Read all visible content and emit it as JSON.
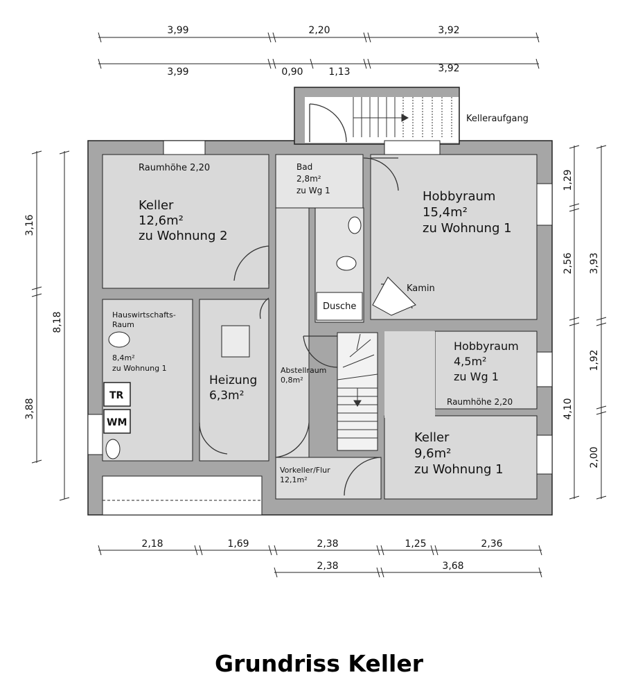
{
  "title": "Grundriss Keller",
  "colors": {
    "wall": "#a6a6a6",
    "floor": "#d9d9d9",
    "line": "#222222",
    "text": "#111111"
  },
  "rooms": {
    "keller_w2": {
      "height": "Raumhöhe 2,20",
      "name": "Keller",
      "area": "12,6m²",
      "unit": "zu Wohnung 2"
    },
    "bad": {
      "name": "Bad",
      "area": "2,8m²",
      "unit": "zu Wg 1"
    },
    "hobby1": {
      "name": "Hobbyraum",
      "area": "15,4m²",
      "unit": "zu Wohnung 1"
    },
    "dusche": "Dusche",
    "kamin": "Kamin",
    "hwr": {
      "name1": "Hauswirtschafts-",
      "name2": "Raum",
      "area": "8,4m²",
      "unit": "zu Wohnung 1"
    },
    "tr": "TR",
    "wm": "WM",
    "heizung": {
      "name": "Heizung",
      "area": "6,3m²"
    },
    "abstell": {
      "name": "Abstellraum",
      "area": "0,8m²"
    },
    "hobby2": {
      "name": "Hobbyraum",
      "area": "4,5m²",
      "unit": "zu Wg 1",
      "height": "Raumhöhe 2,20"
    },
    "keller_w1": {
      "name": "Keller",
      "area": "9,6m²",
      "unit": "zu Wohnung 1"
    },
    "flur": {
      "name": "Vorkeller/Flur",
      "area": "12,1m²"
    },
    "aufgang": "Kelleraufgang"
  },
  "dims": {
    "top1": [
      "3,99",
      "2,20",
      "3,92"
    ],
    "top2": [
      "3,99",
      "0,90",
      "1,13",
      "3,92"
    ],
    "bottom1": [
      "2,18",
      "1,69",
      "2,38",
      "1,25",
      "2,36"
    ],
    "bottom2": [
      "2,38",
      "3,68"
    ],
    "left_inner": [
      "3,16",
      "3,88"
    ],
    "left_outer": "8,18",
    "right_inner": [
      "1,29",
      "2,56",
      "4,10"
    ],
    "right_outer": [
      "3,93",
      "1,92",
      "2,00"
    ]
  }
}
